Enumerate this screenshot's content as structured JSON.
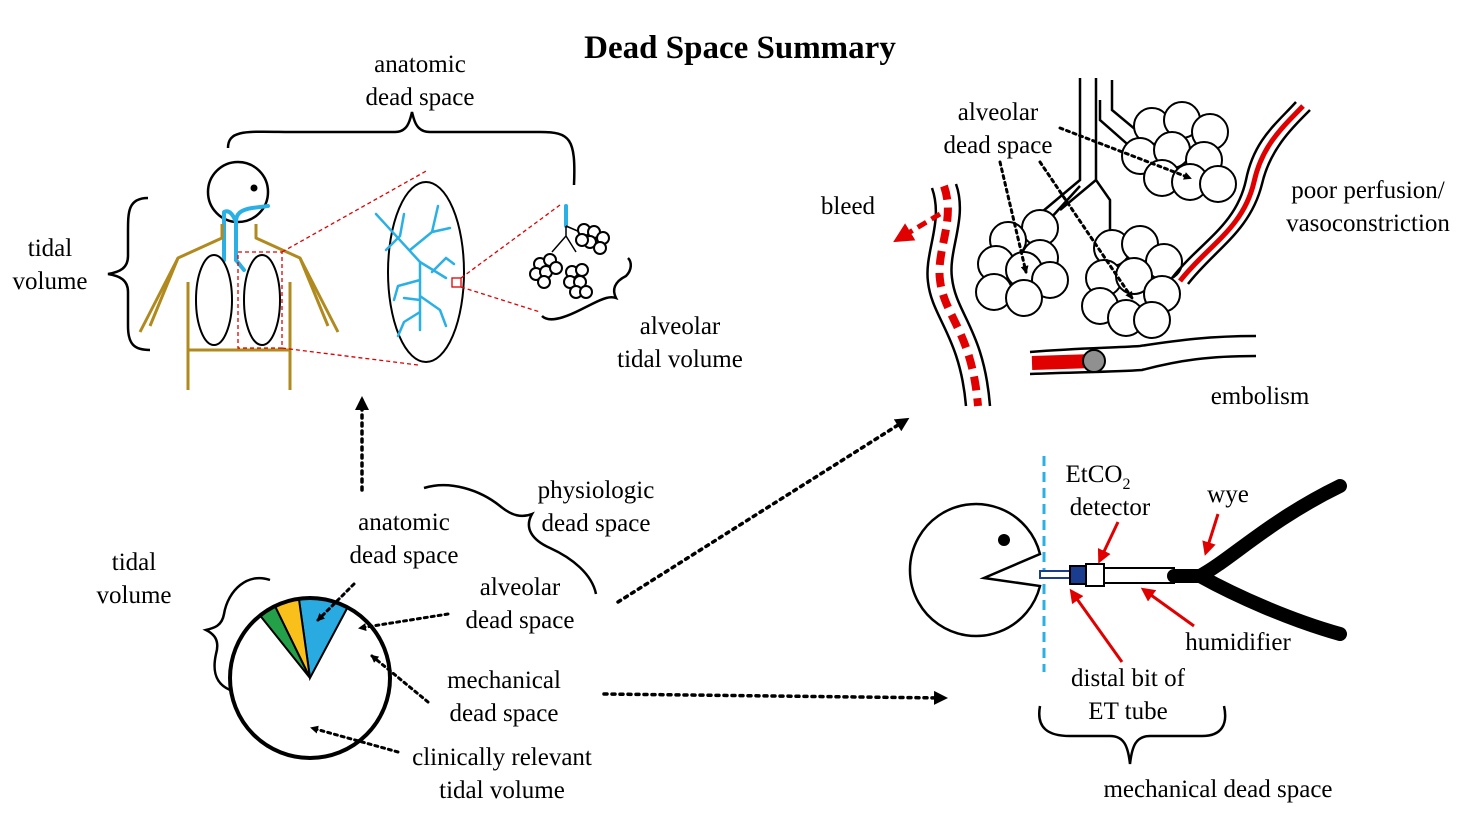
{
  "title": "Dead Space Summary",
  "labels": {
    "anatomic_top": [
      "anatomic",
      "dead space"
    ],
    "tidal_volume_top": [
      "tidal",
      "volume"
    ],
    "alveolar_tidal_volume": [
      "alveolar",
      "tidal volume"
    ],
    "alveolar_dead_space_top": [
      "alveolar",
      "dead space"
    ],
    "bleed": "bleed",
    "poor_perfusion": [
      "poor perfusion/",
      "vasoconstriction"
    ],
    "embolism": "embolism",
    "physiologic_dead_space": [
      "physiologic",
      "dead space"
    ],
    "anatomic_pie": [
      "anatomic",
      "dead space"
    ],
    "tidal_volume_pie": [
      "tidal",
      "volume"
    ],
    "alveolar_pie": [
      "alveolar",
      "dead space"
    ],
    "mechanical_pie": [
      "mechanical",
      "dead space"
    ],
    "clinically_relevant": [
      "clinically relevant",
      "tidal volume"
    ],
    "etco2_main": "EtCO",
    "etco2_sub": "2",
    "detector": "detector",
    "wye": "wye",
    "humidifier": "humidifier",
    "distal_bit": [
      "distal bit of",
      "ET tube"
    ],
    "mechanical_dead_space": "mechanical dead space"
  },
  "colors": {
    "anatomic": "#29abe2",
    "alveolar": "#f9c01b",
    "mechanical": "#24a148",
    "vessel": "#e00000",
    "airway": "#2ab0e5",
    "body_outline": "#b08a1e",
    "embolus": "#909090"
  },
  "pie_fractions": {
    "anatomic_dead_space": 0.1,
    "alveolar_dead_space": 0.05,
    "mechanical_dead_space": 0.035,
    "clinically_relevant_tidal_volume": 0.815
  }
}
